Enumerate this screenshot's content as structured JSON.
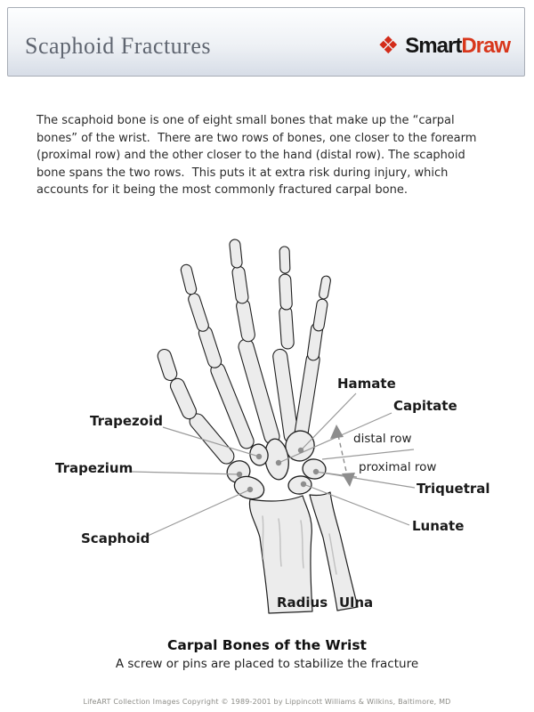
{
  "header": {
    "title": "Scaphoid Fractures",
    "logo": {
      "icon": "❖",
      "smart": "Smart",
      "draw": "Draw"
    }
  },
  "intro": "The scaphoid bone is one of eight small bones that make up the “carpal bones” of the wrist.  There are two rows of bones, one closer to the forearm (proximal row) and the other closer to the hand (distal row). The scaphoid bone spans the two rows.  This puts it at extra risk during injury, which accounts for it being the most commonly fractured carpal bone.",
  "diagram": {
    "labels": [
      {
        "id": "hamate",
        "text": "Hamate"
      },
      {
        "id": "capitate",
        "text": "Capitate"
      },
      {
        "id": "trapezoid",
        "text": "Trapezoid"
      },
      {
        "id": "distal-row",
        "text": "distal row"
      },
      {
        "id": "trapezium",
        "text": "Trapezium"
      },
      {
        "id": "proximal-row",
        "text": "proximal row"
      },
      {
        "id": "triquetral",
        "text": "Triquetral"
      },
      {
        "id": "lunate",
        "text": "Lunate"
      },
      {
        "id": "scaphoid",
        "text": "Scaphoid"
      },
      {
        "id": "radius",
        "text": "Radius"
      },
      {
        "id": "ulna",
        "text": "Ulna"
      }
    ],
    "caption_title": "Carpal Bones of the Wrist",
    "caption_subtitle": "A screw or pins are placed to stabilize the fracture"
  },
  "footer": "LifeART Collection Images Copyright © 1989-2001 by Lippincott Williams & Wilkins, Baltimore, MD",
  "colors": {
    "logo_red": "#d8371c",
    "title_gray": "#5f6570",
    "bone_fill": "#ececec",
    "bone_outline": "#1f1f1f",
    "leader_gray": "#9a9a9a"
  }
}
